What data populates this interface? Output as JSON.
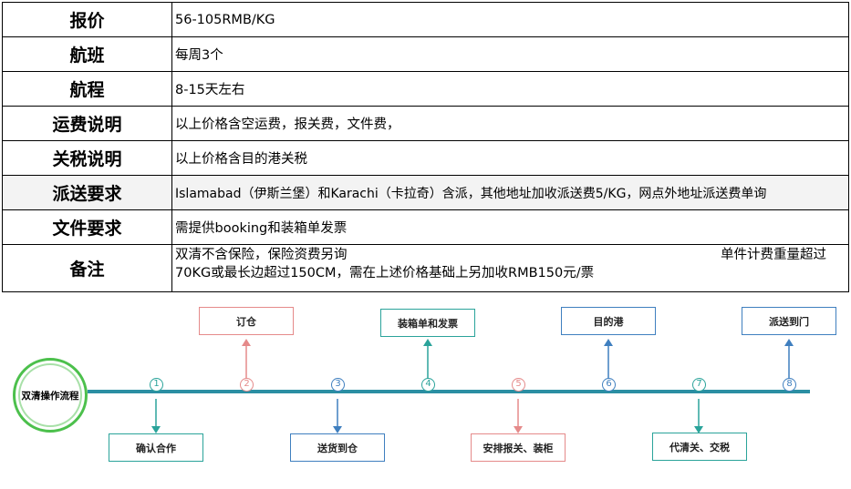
{
  "table": {
    "rows": [
      {
        "key": "报价",
        "value": "56-105RMB/KG"
      },
      {
        "key": "航班",
        "value": "每周3个"
      },
      {
        "key": "航程",
        "value": "8-15天左右"
      },
      {
        "key": "运费说明",
        "value": "以上价格含空运费，报关费，文件费，"
      },
      {
        "key": "关税说明",
        "value": "以上价格含目的港关税"
      },
      {
        "key": "派送要求",
        "value": "Islamabad（伊斯兰堡）和Karachi（卡拉奇）含派，其他地址加收派送费5/KG，网点外地址派送费单询"
      },
      {
        "key": "文件要求",
        "value": "需提供booking和装箱单发票"
      }
    ],
    "note": {
      "key": "备注",
      "line1_left": "双清不含保险，保险资费另询",
      "line1_right": "单件计费重量超过",
      "line2": "70KG或最长边超过150CM，需在上述价格基础上另加收RMB150元/票"
    }
  },
  "flow": {
    "start_label": "双清操作流程",
    "steps": [
      {
        "num": "1",
        "label": "确认合作",
        "color": "#2aa39a"
      },
      {
        "num": "2",
        "label": "订仓",
        "color": "#e58a8a"
      },
      {
        "num": "3",
        "label": "送货到仓",
        "color": "#3f7fbf"
      },
      {
        "num": "4",
        "label": "装箱单和发票",
        "color": "#2aa39a"
      },
      {
        "num": "5",
        "label": "安排报关、装柜",
        "color": "#e58a8a"
      },
      {
        "num": "6",
        "label": "目的港",
        "color": "#3f7fbf"
      },
      {
        "num": "7",
        "label": "代清关、交税",
        "color": "#2aa39a"
      },
      {
        "num": "8",
        "label": "派送到门",
        "color": "#3f7fbf"
      }
    ]
  }
}
